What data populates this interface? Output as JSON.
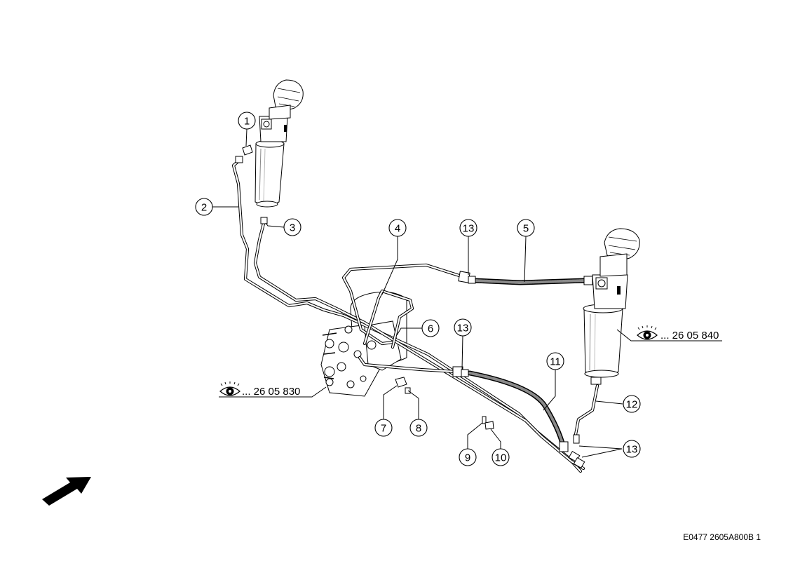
{
  "callouts": [
    {
      "id": "c1",
      "label": "1"
    },
    {
      "id": "c2",
      "label": "2"
    },
    {
      "id": "c3",
      "label": "3"
    },
    {
      "id": "c4",
      "label": "4"
    },
    {
      "id": "c13a",
      "label": "13"
    },
    {
      "id": "c5",
      "label": "5"
    },
    {
      "id": "c6",
      "label": "6"
    },
    {
      "id": "c13b",
      "label": "13"
    },
    {
      "id": "c11",
      "label": "11"
    },
    {
      "id": "c12",
      "label": "12"
    },
    {
      "id": "c13c",
      "label": "13"
    },
    {
      "id": "c7",
      "label": "7"
    },
    {
      "id": "c8",
      "label": "8"
    },
    {
      "id": "c9",
      "label": "9"
    },
    {
      "id": "c10",
      "label": "10"
    }
  ],
  "references": [
    {
      "id": "ref-right",
      "text": "... 26 05 840",
      "icon": "eye-icon"
    },
    {
      "id": "ref-left",
      "text": "... 26 05 830",
      "icon": "eye-icon"
    }
  ],
  "drawing_code": "E0477 2605A800B 1",
  "direction_arrow": "arrow-icon"
}
